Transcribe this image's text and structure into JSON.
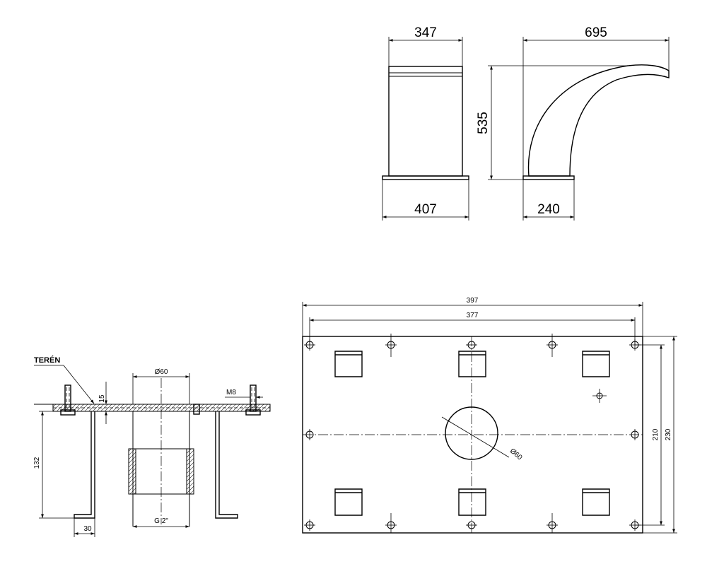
{
  "spout_views": {
    "front_top_width": "347",
    "front_base_width": "407",
    "side_length": "695",
    "side_height": "535",
    "side_base_width": "240"
  },
  "section_view": {
    "terrain_label": "TERÉN",
    "pipe_diameter": "Ø60",
    "flange_thickness": "15",
    "bolt_label": "M8",
    "anchor_depth": "132",
    "anchor_foot": "30",
    "thread_label": "G 2\""
  },
  "plate_view": {
    "overall_width": "397",
    "hole_spacing_width": "377",
    "hole_spacing_height": "210",
    "overall_height": "230",
    "center_hole_diameter": "Ø60"
  }
}
